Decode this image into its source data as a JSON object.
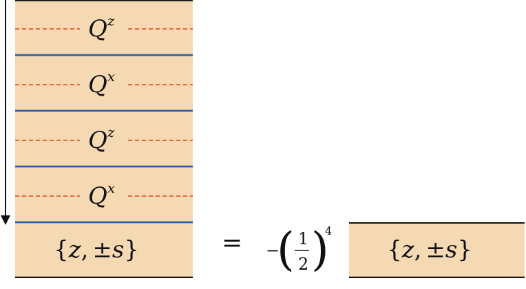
{
  "diagram": {
    "layers": [
      {
        "base": "Q",
        "sup": "z"
      },
      {
        "base": "Q",
        "sup": "x"
      },
      {
        "base": "Q",
        "sup": "z"
      },
      {
        "base": "Q",
        "sup": "x"
      }
    ],
    "boundary_state": {
      "open": "{",
      "z": "z",
      "comma": ",",
      "pm": "±",
      "s": "s",
      "close": "}"
    },
    "equation": {
      "equals": "=",
      "minus": "−",
      "open_paren": "(",
      "numerator": "1",
      "denominator": "2",
      "close_paren": ")",
      "power": "4"
    },
    "result_state": {
      "open": "{",
      "z": "z",
      "comma": ",",
      "pm": "±",
      "s": "s",
      "close": "}"
    },
    "colors": {
      "fill": "#f5d9b3",
      "layer_line": "#2f5f9a",
      "dashed_line": "#e4572e",
      "border": "#111111",
      "arrow": "#111111"
    }
  }
}
